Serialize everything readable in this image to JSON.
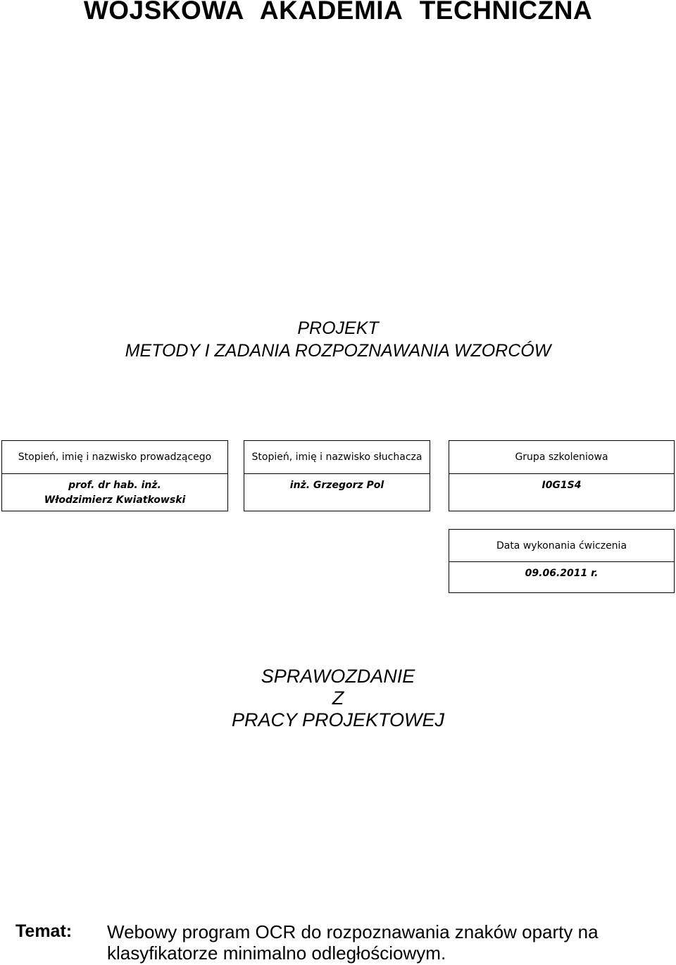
{
  "header": {
    "institution": "WOJSKOWA   AKADEMIA   TECHNICZNA"
  },
  "project": {
    "line1": "PROJEKT",
    "line2": "METODY I ZADANIA ROZPOZNAWANIA WZORCÓW"
  },
  "info": {
    "supervisor": {
      "label": "Stopień, imię i nazwisko prowadzącego",
      "value_line1": "prof. dr hab. inż.",
      "value_line2": "Włodzimierz Kwiatkowski"
    },
    "student": {
      "label": "Stopień, imię i nazwisko słuchacza",
      "value": "inż. Grzegorz Pol"
    },
    "group": {
      "label": "Grupa szkoleniowa",
      "value": "I0G1S4"
    },
    "date": {
      "label": "Data wykonania ćwiczenia",
      "value": "09.06.2011 r."
    }
  },
  "report": {
    "line1": "SPRAWOZDANIE",
    "line2": "Z",
    "line3": "PRACY   PROJEKTOWEJ"
  },
  "topic": {
    "label": "Temat:",
    "line1": "Webowy program OCR do rozpoznawania znaków oparty na",
    "line2": "klasyfikatorze minimalno odległościowym."
  }
}
